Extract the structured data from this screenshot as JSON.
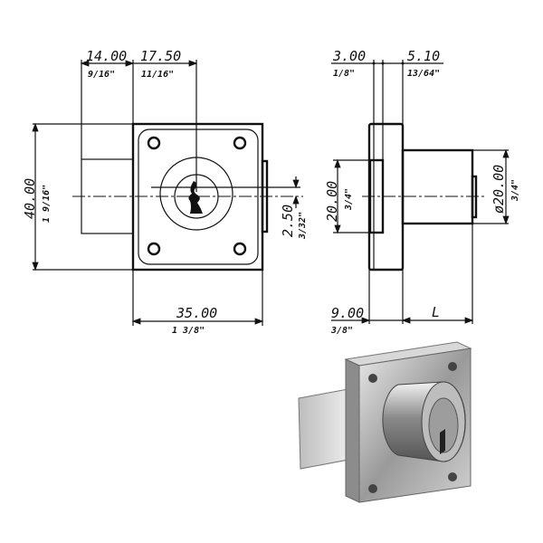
{
  "front_view": {
    "dim_bolt_width": {
      "metric": "14.00",
      "inch": "9/16\""
    },
    "dim_center_offset": {
      "metric": "17.50",
      "inch": "11/16\""
    },
    "dim_height": {
      "metric": "40.00",
      "inch": "1 9/16\""
    },
    "dim_key_offset": {
      "metric": "2.50",
      "inch": "3/32\""
    },
    "dim_width": {
      "metric": "35.00",
      "inch": "1 3/8\""
    }
  },
  "side_view": {
    "dim_flange": {
      "metric": "3.00",
      "inch": "1/8\""
    },
    "dim_plate": {
      "metric": "5.10",
      "inch": "13/64\""
    },
    "dim_bolt_height": {
      "metric": "20.00",
      "inch": "3/4\""
    },
    "dim_cylinder_dia": {
      "metric": "ø20.00",
      "inch": "3/4\""
    },
    "dim_depth": {
      "metric": "9.00",
      "inch": "3/8\""
    },
    "dim_length": {
      "label": "L"
    }
  }
}
